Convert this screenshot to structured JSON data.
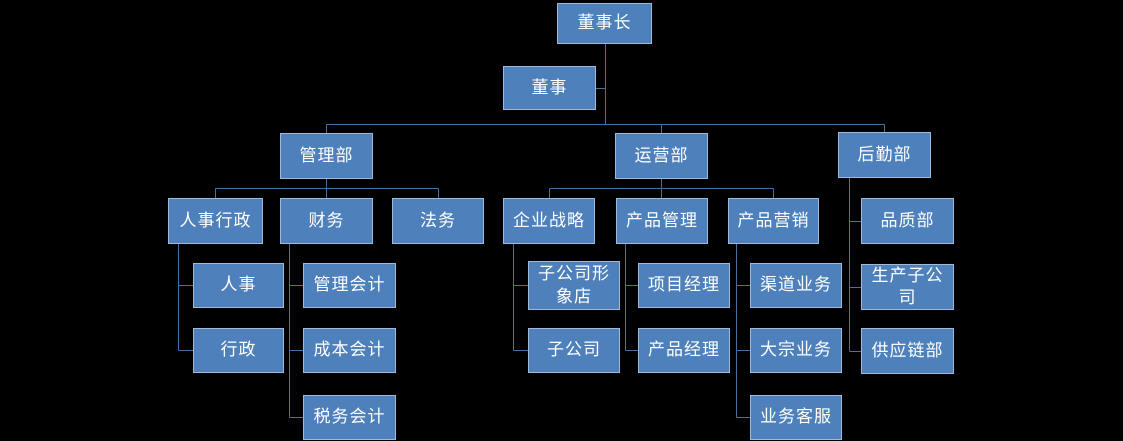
{
  "theme": {
    "background": "#000000",
    "node_fill": "#4E80BB",
    "node_border": "#9FB9D8",
    "connector_color": "#44719F",
    "text_color": "#FFFFFF"
  },
  "chart_data": {
    "type": "org-chart",
    "title": "",
    "nodes": [
      {
        "id": "chairman",
        "label": "董事长",
        "parent": null,
        "relation": "root"
      },
      {
        "id": "board",
        "label": "董事",
        "parent": "chairman",
        "relation": "assistant"
      },
      {
        "id": "management-dept",
        "label": "管理部",
        "parent": "chairman",
        "relation": "child"
      },
      {
        "id": "operations-dept",
        "label": "运营部",
        "parent": "chairman",
        "relation": "child"
      },
      {
        "id": "logistics-dept",
        "label": "后勤部",
        "parent": "chairman",
        "relation": "child"
      },
      {
        "id": "hr-admin",
        "label": "人事行政",
        "parent": "management-dept",
        "relation": "child"
      },
      {
        "id": "finance",
        "label": "财务",
        "parent": "management-dept",
        "relation": "child"
      },
      {
        "id": "legal",
        "label": "法务",
        "parent": "management-dept",
        "relation": "child"
      },
      {
        "id": "corporate-strategy",
        "label": "企业战略",
        "parent": "operations-dept",
        "relation": "child"
      },
      {
        "id": "product-management",
        "label": "产品管理",
        "parent": "operations-dept",
        "relation": "child"
      },
      {
        "id": "product-marketing",
        "label": "产品营销",
        "parent": "operations-dept",
        "relation": "child"
      },
      {
        "id": "quality-dept",
        "label": "品质部",
        "parent": "logistics-dept",
        "relation": "child"
      },
      {
        "id": "hr",
        "label": "人事",
        "parent": "hr-admin",
        "relation": "child"
      },
      {
        "id": "mgmt-accounting",
        "label": "管理会计",
        "parent": "finance",
        "relation": "child"
      },
      {
        "id": "subsidiary-image-store",
        "label": "子公司形象店",
        "parent": "corporate-strategy",
        "relation": "child"
      },
      {
        "id": "project-manager",
        "label": "项目经理",
        "parent": "product-management",
        "relation": "child"
      },
      {
        "id": "channel-business",
        "label": "渠道业务",
        "parent": "product-marketing",
        "relation": "child"
      },
      {
        "id": "production-subsidiary",
        "label": "生产子公司",
        "parent": "logistics-dept",
        "relation": "child"
      },
      {
        "id": "admin",
        "label": "行政",
        "parent": "hr-admin",
        "relation": "child"
      },
      {
        "id": "cost-accounting",
        "label": "成本会计",
        "parent": "finance",
        "relation": "child"
      },
      {
        "id": "subsidiary",
        "label": "子公司",
        "parent": "corporate-strategy",
        "relation": "child"
      },
      {
        "id": "product-manager",
        "label": "产品经理",
        "parent": "product-management",
        "relation": "child"
      },
      {
        "id": "bulk-business",
        "label": "大宗业务",
        "parent": "product-marketing",
        "relation": "child"
      },
      {
        "id": "supply-chain-dept",
        "label": "供应链部",
        "parent": "logistics-dept",
        "relation": "child"
      },
      {
        "id": "tax-accounting",
        "label": "税务会计",
        "parent": "finance",
        "relation": "child"
      },
      {
        "id": "business-service",
        "label": "业务客服",
        "parent": "product-marketing",
        "relation": "child"
      }
    ]
  }
}
